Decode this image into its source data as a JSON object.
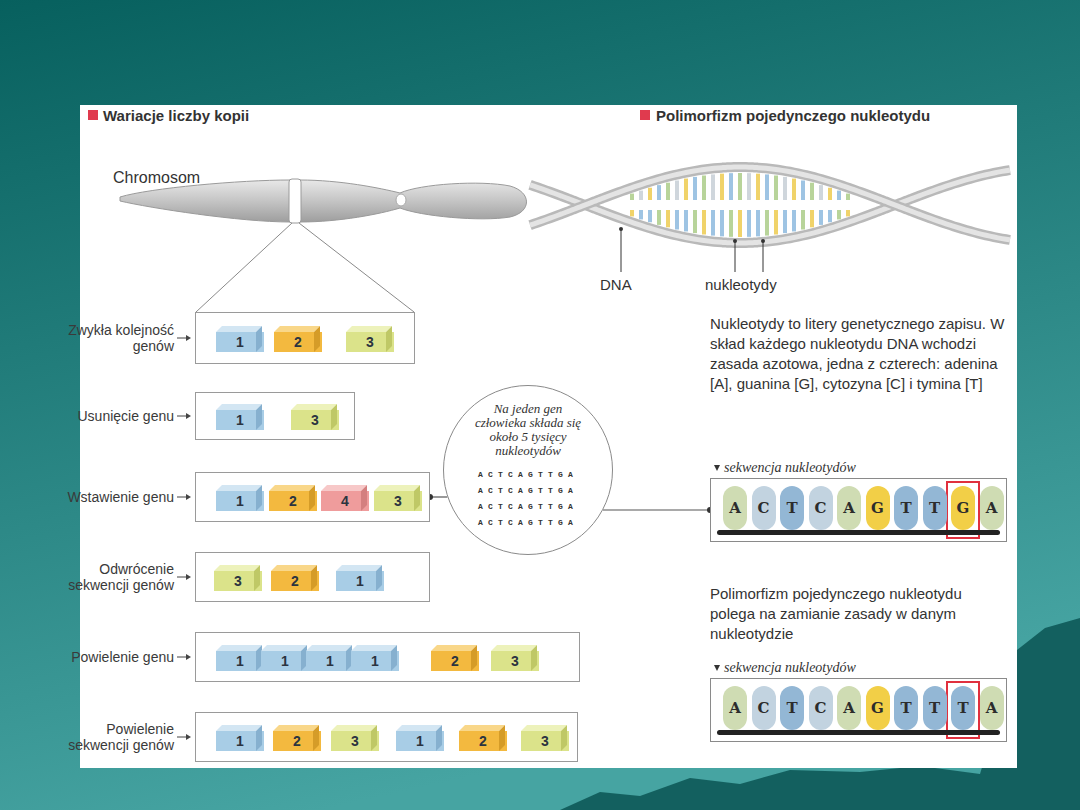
{
  "diagram": {
    "nodes": [
      {
        "text": [
          "Zwykła kolejność genów"
        ]
      },
      {
        "text": [
          "1"
        ],
        "in": 0
      },
      {
        "text": [
          "2"
        ],
        "in": 0
      },
      {
        "text": [
          "3"
        ],
        "in": 0
      },
      {
        "text": [
          "Usunięcie genu"
        ]
      },
      {
        "text": [
          "1"
        ],
        "in": 4
      },
      {
        "text": [
          "3"
        ],
        "in": 4
      },
      {
        "text": [
          "Wstawienie genu"
        ]
      },
      {
        "text": [
          "1"
        ],
        "in": 7
      },
      {
        "text": [
          "2"
        ],
        "in": 7
      },
      {
        "text": [
          "4"
        ],
        "in": 7
      },
      {
        "text": [
          "3"
        ],
        "in": 7
      },
      {
        "text": [
          "Odwrócenie sekwencji genów"
        ]
      },
      {
        "text": [
          "3"
        ],
        "in": 12
      },
      {
        "text": [
          "2"
        ],
        "in": 12
      },
      {
        "text": [
          "1"
        ],
        "in": 12
      },
      {
        "text": [
          "Powielenie genu"
        ]
      },
      {
        "text": [
          "1"
        ],
        "in": 16
      },
      {
        "text": [
          "1"
        ],
        "in": 16
      },
      {
        "text": [
          "1"
        ],
        "in": 16
      },
      {
        "text": [
          "1"
        ],
        "in": 16
      },
      {
        "text": [
          "2"
        ],
        "in": 16
      },
      {
        "text": [
          "3"
        ],
        "in": 16
      },
      {
        "text": [
          "Powielenie sekwencji genów"
        ]
      },
      {
        "text": [
          "1"
        ],
        "in": 23
      },
      {
        "text": [
          "2"
        ],
        "in": 23
      },
      {
        "text": [
          "3"
        ],
        "in": 23
      },
      {
        "text": [
          "1"
        ],
        "in": 23
      },
      {
        "text": [
          "2"
        ],
        "in": 23
      },
      {
        "text": [
          "3"
        ],
        "in": 23
      },
      {
        "text": [
          "Na jeden gen człowieka składa się około 5 tysięcy nukleotydów"
        ]
      },
      {
        "text": [
          "sekwencja nukleotydów"
        ]
      },
      {
        "text": [
          "A"
        ],
        "in": 31
      },
      {
        "text": [
          "C"
        ],
        "in": 31
      },
      {
        "text": [
          "T"
        ],
        "in": 31
      },
      {
        "text": [
          "C"
        ],
        "in": 31
      },
      {
        "text": [
          "A"
        ],
        "in": 31
      },
      {
        "text": [
          "G"
        ],
        "in": 31
      },
      {
        "text": [
          "T"
        ],
        "in": 31
      },
      {
        "text": [
          "T"
        ],
        "in": 31
      },
      {
        "text": [
          "G"
        ],
        "in": 31
      },
      {
        "text": [
          "A"
        ],
        "in": 31
      },
      {
        "text": [
          "sekwencja nukleotydów"
        ]
      },
      {
        "text": [
          "A"
        ],
        "in": 42
      },
      {
        "text": [
          "C"
        ],
        "in": 42
      },
      {
        "text": [
          "T"
        ],
        "in": 42
      },
      {
        "text": [
          "C"
        ],
        "in": 42
      },
      {
        "text": [
          "A"
        ],
        "in": 42
      },
      {
        "text": [
          "G"
        ],
        "in": 42
      },
      {
        "text": [
          "T"
        ],
        "in": 42
      },
      {
        "text": [
          "T"
        ],
        "in": 42
      },
      {
        "text": [
          "T"
        ],
        "in": 42
      },
      {
        "text": [
          "A"
        ],
        "in": 42
      }
    ],
    "edges": [
      {
        "from": 7,
        "to": 30,
        "arrow": "none"
      },
      {
        "from": 30,
        "to": 31,
        "arrow": "none"
      }
    ],
    "labels": [
      "Wariacje liczby kopii",
      "Polimorfizm pojedynczego nukleotydu",
      "Chromosom",
      "DNA",
      "nukleotydy",
      "Nukleotydy to litery genetycznego zapisu. W skład każdego nukleotydu DNA wchodzi zasada azotowa, jedna z czterech: adenina [A], guanina [G], cytozyna [C] i tymina [T]",
      "Polimorfizm pojedynczego nukleotydu polega na zamianie zasady w danym nukleotydzie",
      "ACTCAGTTGA",
      "ACTCAGTTGA",
      "ACTCAGTTGA",
      "ACTCAGTTGA"
    ]
  }
}
